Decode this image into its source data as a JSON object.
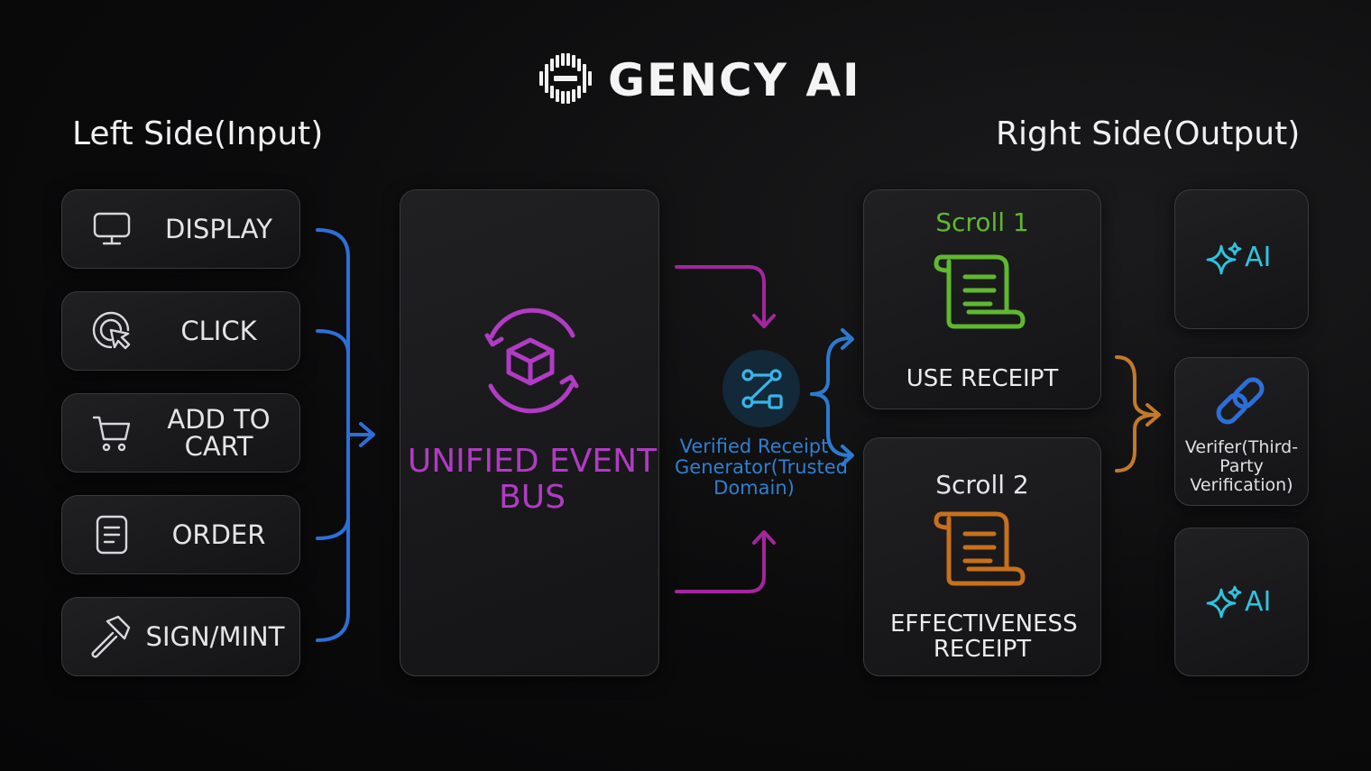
{
  "brand": {
    "name": "GENCY AI"
  },
  "left_title": "Left Side(Input)",
  "right_title": "Right Side(Output)",
  "inputs": [
    {
      "label": "DISPLAY",
      "icon": "monitor-icon"
    },
    {
      "label": "CLICK",
      "icon": "cursor-click-icon"
    },
    {
      "label": "ADD TO CART",
      "icon": "shopping-cart-icon"
    },
    {
      "label": "ORDER",
      "icon": "document-icon"
    },
    {
      "label": "SIGN/MINT",
      "icon": "hammer-icon"
    }
  ],
  "bus": {
    "label": "UNIFIED EVENT BUS",
    "icon": "cube-sync-icon"
  },
  "generator": {
    "label": "Verified Receipt Generator(Trusted Domain)",
    "icon": "workflow-icon"
  },
  "scrolls": [
    {
      "title": "Scroll 1",
      "subtitle": "USE RECEIPT",
      "color": "#5fb82f",
      "icon": "scroll-icon"
    },
    {
      "title": "Scroll 2",
      "subtitle": "EFFECTIVENESS RECEIPT",
      "color": "#c8701d",
      "icon": "scroll-icon"
    }
  ],
  "outputs": [
    {
      "label": "AI",
      "icon": "sparkle-icon"
    },
    {
      "label": "Verifer(Third-Party Verification)",
      "icon": "link-icon"
    },
    {
      "label": "AI",
      "icon": "sparkle-icon"
    }
  ],
  "colors": {
    "bus": "#b13bc4",
    "input_connector": "#2d6fd8",
    "generator": "#2f7fd0",
    "scroll1": "#5fb82f",
    "scroll2": "#c8701d",
    "ai": "#2ec4e0",
    "verifier_connector": "#c07a2a"
  }
}
